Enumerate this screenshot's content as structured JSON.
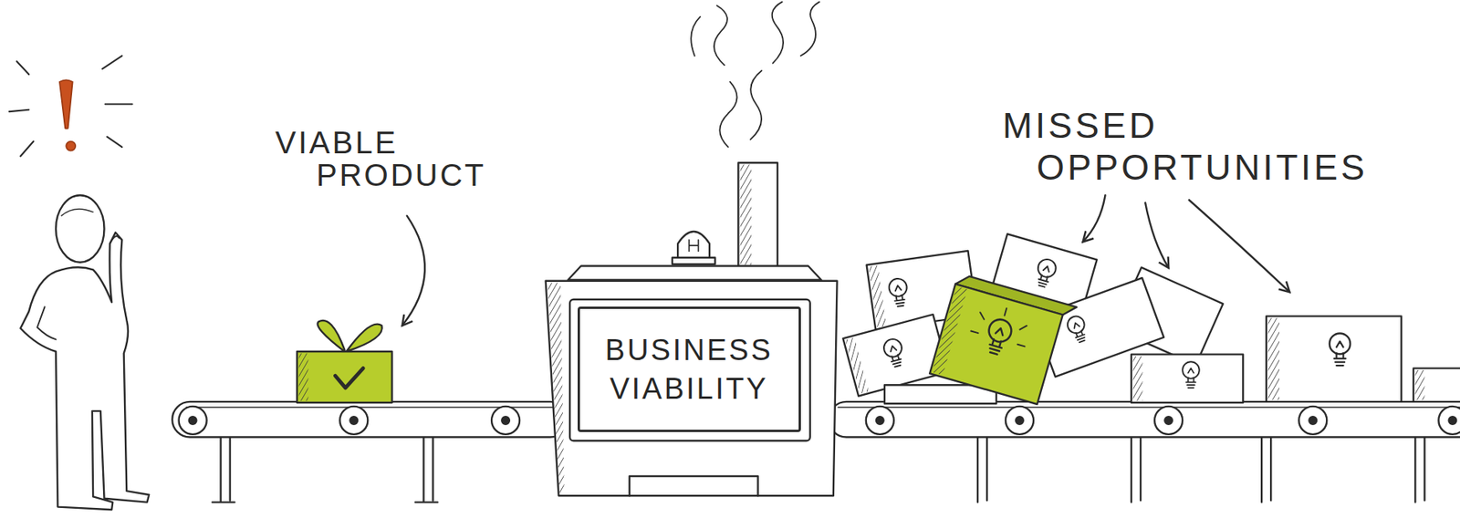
{
  "diagram": {
    "nodes": [
      {
        "text": [
          "BUSINESS VIABILITY"
        ]
      }
    ],
    "labels": [
      "VIABLE PRODUCT",
      "MISSED OPPORTUNITIES"
    ]
  }
}
